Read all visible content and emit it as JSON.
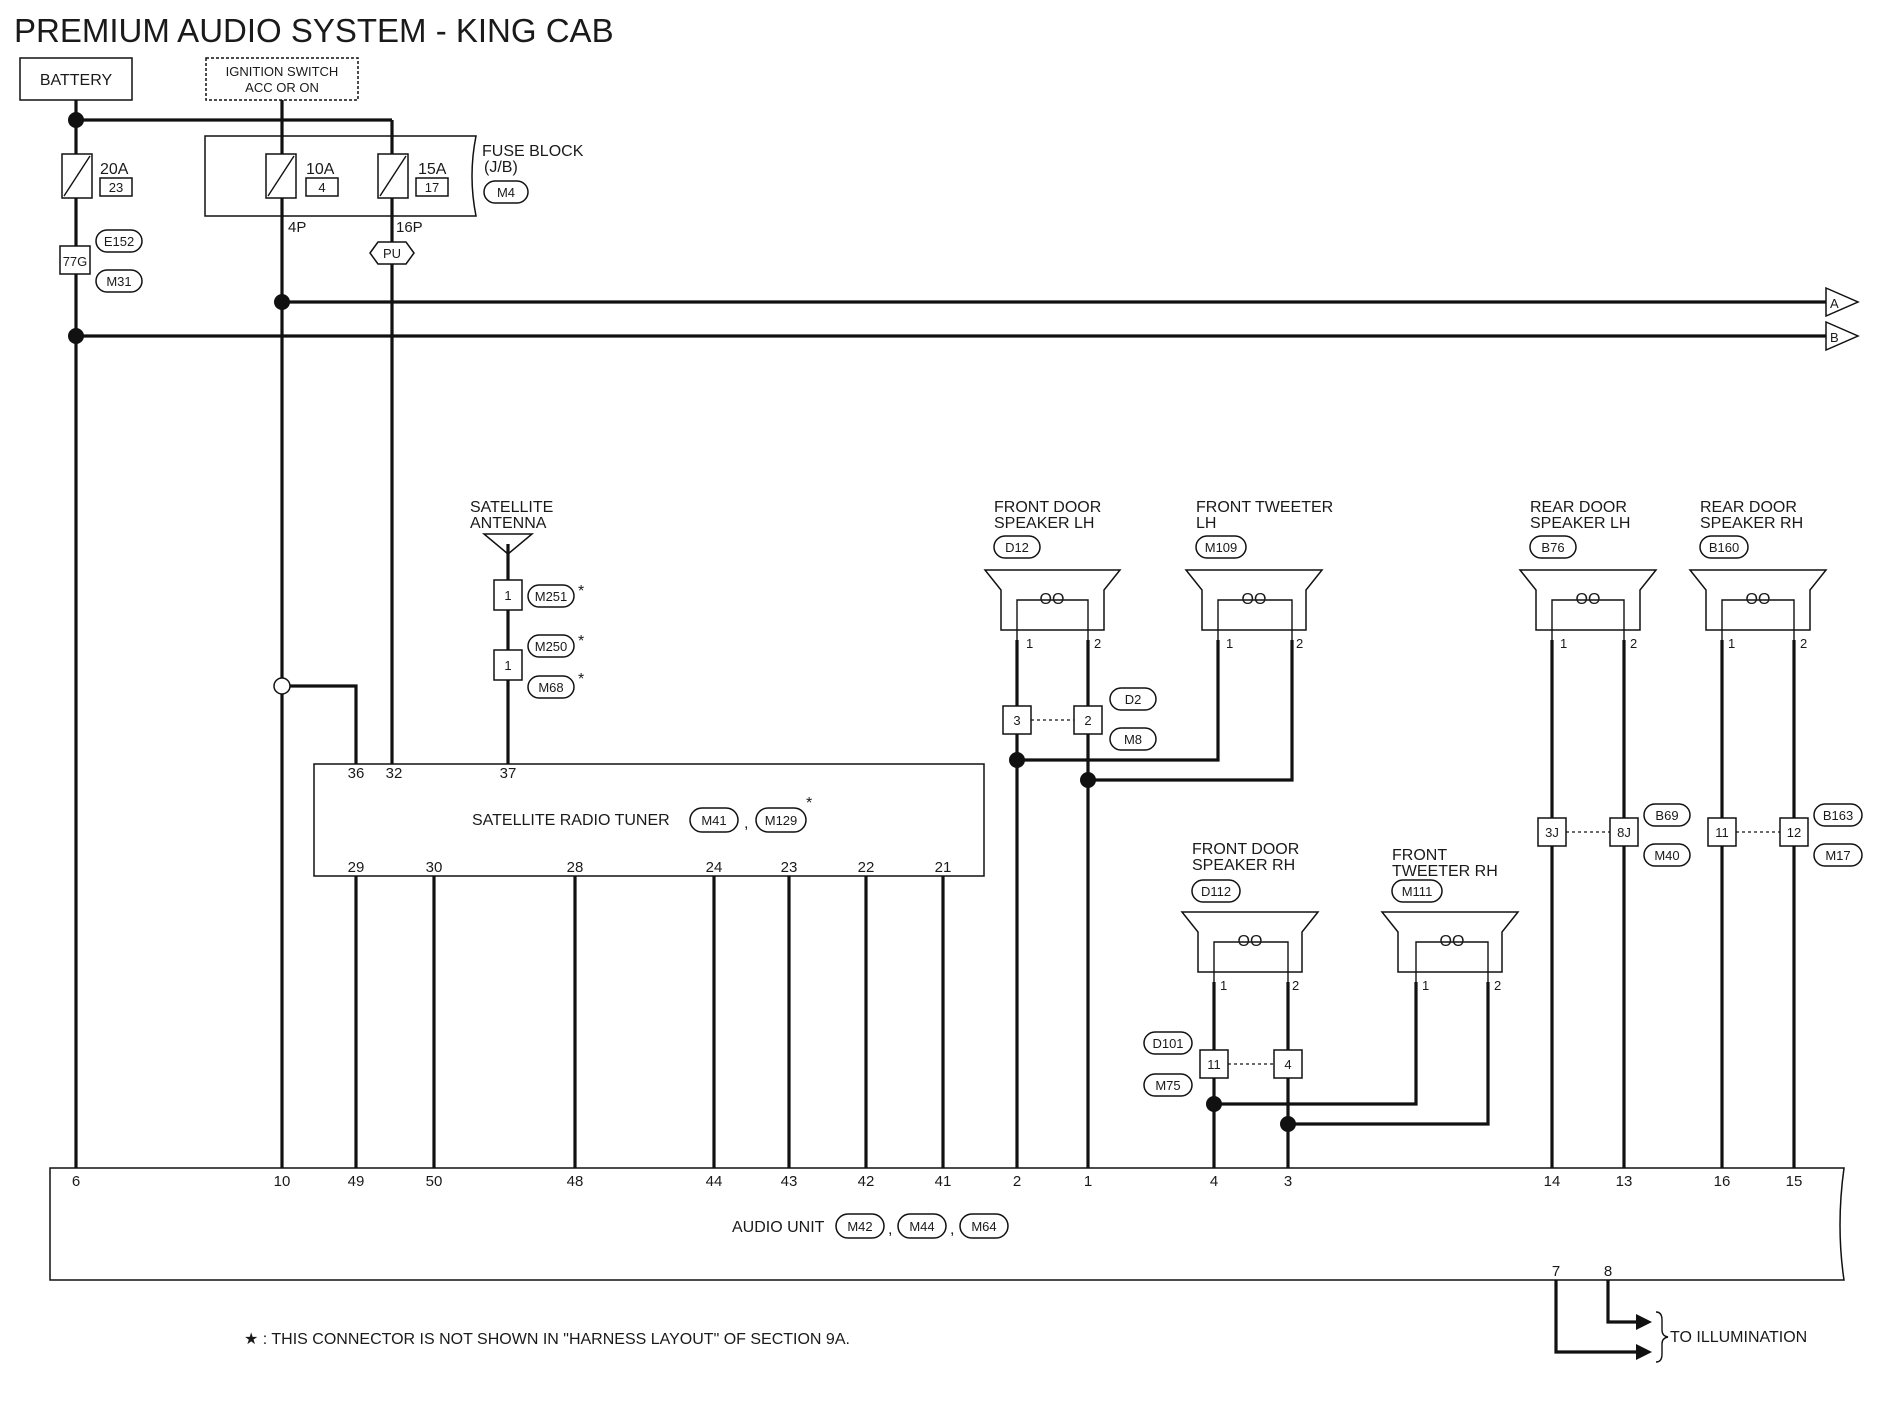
{
  "title": "PREMIUM AUDIO SYSTEM - KING CAB",
  "power": {
    "battery": "BATTERY",
    "ignition": [
      "IGNITION SWITCH",
      "ACC OR ON"
    ],
    "fuse_20a": {
      "amp": "20A",
      "num": "23"
    },
    "fuse_10a": {
      "amp": "10A",
      "num": "4"
    },
    "fuse_15a": {
      "amp": "15A",
      "num": "17"
    },
    "fuse_block": [
      "FUSE BLOCK",
      "(J/B)"
    ],
    "fuse_block_conn": "M4",
    "pin_4p": "4P",
    "pin_16p": "16P",
    "pu": "PU",
    "joint_77g": "77G",
    "e152": "E152",
    "m31": "M31",
    "arrow_a": "A",
    "arrow_b": "B"
  },
  "antenna": {
    "label": [
      "SATELLITE",
      "ANTENNA"
    ],
    "pin1a": "1",
    "pin1b": "1",
    "m251": "M251",
    "m250": "M250",
    "m68": "M68",
    "star": "*"
  },
  "tuner": {
    "name": "SATELLITE RADIO TUNER",
    "m41": "M41",
    "m129": "M129",
    "comma": ",",
    "star": "*",
    "top_pins": [
      "36",
      "32",
      "37"
    ],
    "bottom_pins": [
      "29",
      "30",
      "28",
      "24",
      "23",
      "22",
      "21"
    ]
  },
  "speakers": {
    "fdl": {
      "label": [
        "FRONT DOOR",
        "SPEAKER LH"
      ],
      "conn": "D12",
      "p1": "1",
      "p2": "2"
    },
    "ftl": {
      "label": [
        "FRONT TWEETER",
        "LH"
      ],
      "conn": "M109",
      "p1": "1",
      "p2": "2"
    },
    "rdl": {
      "label": [
        "REAR DOOR",
        "SPEAKER LH"
      ],
      "conn": "B76",
      "p1": "1",
      "p2": "2"
    },
    "rdr": {
      "label": [
        "REAR DOOR",
        "SPEAKER RH"
      ],
      "conn": "B160",
      "p1": "1",
      "p2": "2"
    },
    "fdr": {
      "label": [
        "FRONT DOOR",
        "SPEAKER RH"
      ],
      "conn": "D112",
      "p1": "1",
      "p2": "2"
    },
    "ftr": {
      "label": [
        "FRONT",
        "TWEETER RH"
      ],
      "conn": "M111",
      "p1": "1",
      "p2": "2"
    },
    "coil": "OO"
  },
  "joints": {
    "lh": {
      "a": "3",
      "b": "2",
      "c1": "D2",
      "c2": "M8"
    },
    "rh": {
      "a": "11",
      "b": "4",
      "c1": "D101",
      "c2": "M75"
    },
    "rear_l": {
      "a": "3J",
      "b": "8J",
      "c1": "B69",
      "c2": "M40"
    },
    "rear_r": {
      "a": "11",
      "b": "12",
      "c1": "B163",
      "c2": "M17"
    }
  },
  "audio_unit": {
    "name": "AUDIO UNIT",
    "m42": "M42",
    "m44": "M44",
    "m64": "M64",
    "comma": ",",
    "pins": [
      "6",
      "10",
      "49",
      "50",
      "48",
      "44",
      "43",
      "42",
      "41",
      "2",
      "1",
      "4",
      "3",
      "14",
      "13",
      "16",
      "15"
    ],
    "pin7": "7",
    "pin8": "8",
    "illumination": "TO ILLUMINATION"
  },
  "footnote": "★ : THIS CONNECTOR IS NOT SHOWN IN \"HARNESS LAYOUT\" OF SECTION 9A."
}
